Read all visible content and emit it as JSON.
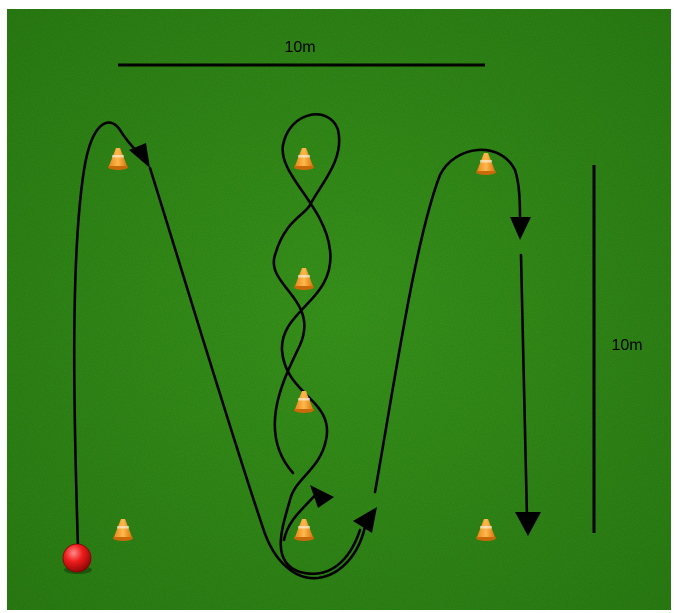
{
  "diagram": {
    "type": "football-drill-course",
    "background_color": "#2f8a17",
    "dimensions": {
      "horizontal_label": "10m",
      "vertical_label": "10m"
    },
    "cone_color": "#f5a623",
    "ball_color": "#e8161a",
    "path_color": "#000000",
    "icons": {
      "cone": "training-cone-icon",
      "ball": "start-ball-icon",
      "arrow": "arrowhead-icon"
    }
  }
}
